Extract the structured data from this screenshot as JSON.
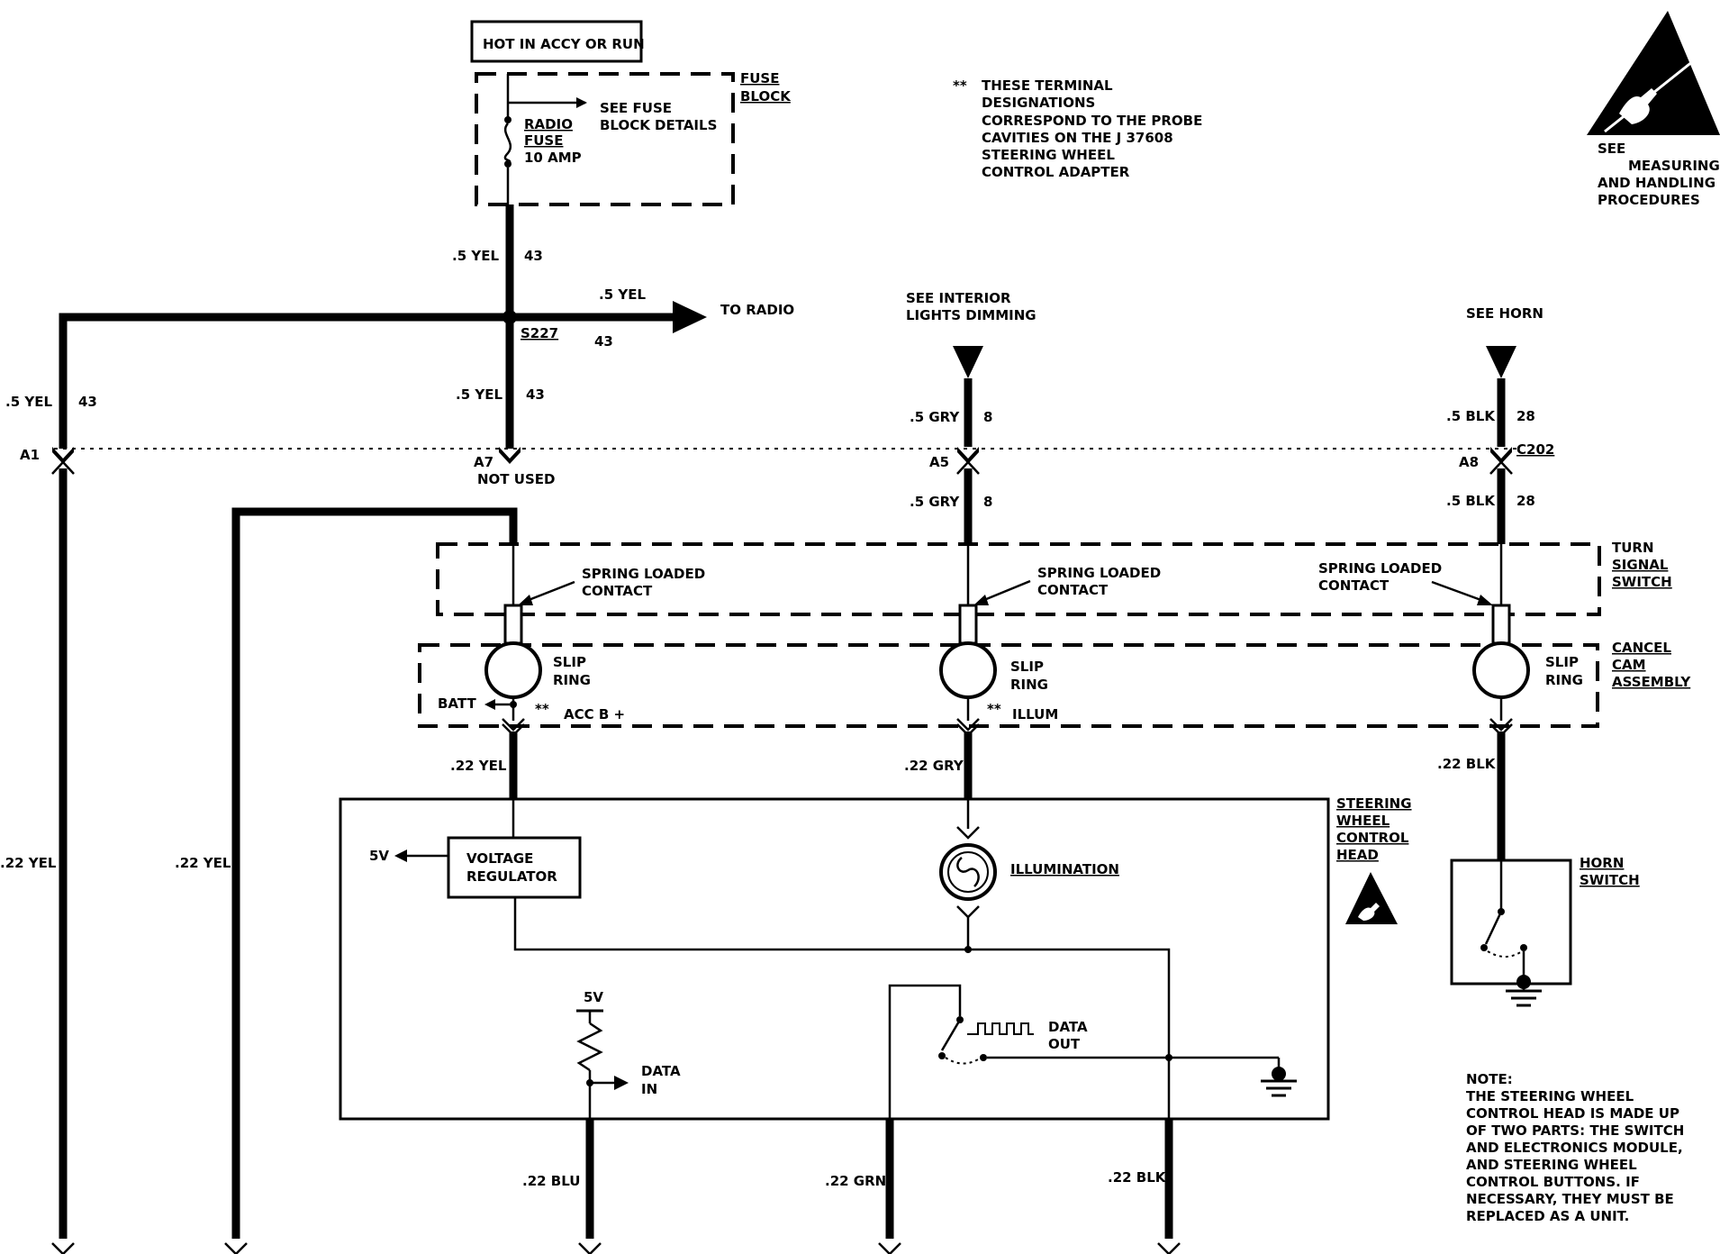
{
  "header": {
    "hot_box": "HOT IN ACCY OR RUN",
    "fuse_block_label": [
      "FUSE",
      "BLOCK"
    ],
    "radio_fuse": [
      "RADIO",
      "FUSE",
      "10 AMP"
    ],
    "see_fuse": [
      "SEE FUSE",
      "BLOCK DETAILS"
    ]
  },
  "note_terminal": {
    "stars": "**",
    "lines": [
      "THESE TERMINAL",
      "DESIGNATIONS",
      "CORRESPOND TO THE PROBE",
      "CAVITIES ON THE J 37608",
      "STEERING WHEEL",
      "CONTROL ADAPTER"
    ]
  },
  "esd_note": [
    "SEE",
    "MEASURING",
    "AND HANDLING",
    "PROCEDURES"
  ],
  "wires": {
    "w_yel_top": ".5 YEL",
    "c43": "43",
    "to_radio_wire": ".5 YEL",
    "to_radio": "TO RADIO",
    "splice": "S227",
    "see_interior": [
      "SEE INTERIOR",
      "LIGHTS DIMMING"
    ],
    "see_horn": "SEE HORN",
    "gry": ".5 GRY",
    "c8": "8",
    "blk": ".5 BLK",
    "c28": "28",
    "a1": "A1",
    "a7": "A7",
    "not_used": "NOT USED",
    "a5": "A5",
    "a8": "A8",
    "c202": "C202",
    "w22_yel": ".22 YEL",
    "w22_gry": ".22 GRY",
    "w22_blk": ".22 BLK",
    "w22_blu": ".22 BLU",
    "w22_grn": ".22 GRN"
  },
  "components": {
    "spring_contact": [
      "SPRING LOADED",
      "CONTACT"
    ],
    "turn_signal": [
      "TURN",
      "SIGNAL",
      "SWITCH"
    ],
    "cancel_cam": [
      "CANCEL",
      "CAM",
      "ASSEMBLY"
    ],
    "slip_ring": [
      "SLIP",
      "RING"
    ],
    "batt": "BATT",
    "acc": "ACC B +",
    "illum": "ILLUM",
    "swc_head": [
      "STEERING",
      "WHEEL",
      "CONTROL",
      "HEAD"
    ],
    "five_v": "5V",
    "voltage_reg": [
      "VOLTAGE",
      "REGULATOR"
    ],
    "illumination": "ILLUMINATION",
    "data_out": [
      "DATA",
      "OUT"
    ],
    "data_in": [
      "DATA",
      "IN"
    ],
    "horn_switch": [
      "HORN",
      "SWITCH"
    ]
  },
  "note_bottom": {
    "title": "NOTE:",
    "lines": [
      "THE STEERING WHEEL",
      "CONTROL HEAD IS MADE UP",
      "OF TWO PARTS:  THE SWITCH",
      "AND ELECTRONICS MODULE,",
      "AND STEERING WHEEL",
      "CONTROL BUTTONS. IF",
      "NECESSARY, THEY MUST BE",
      "REPLACED AS A UNIT."
    ]
  }
}
